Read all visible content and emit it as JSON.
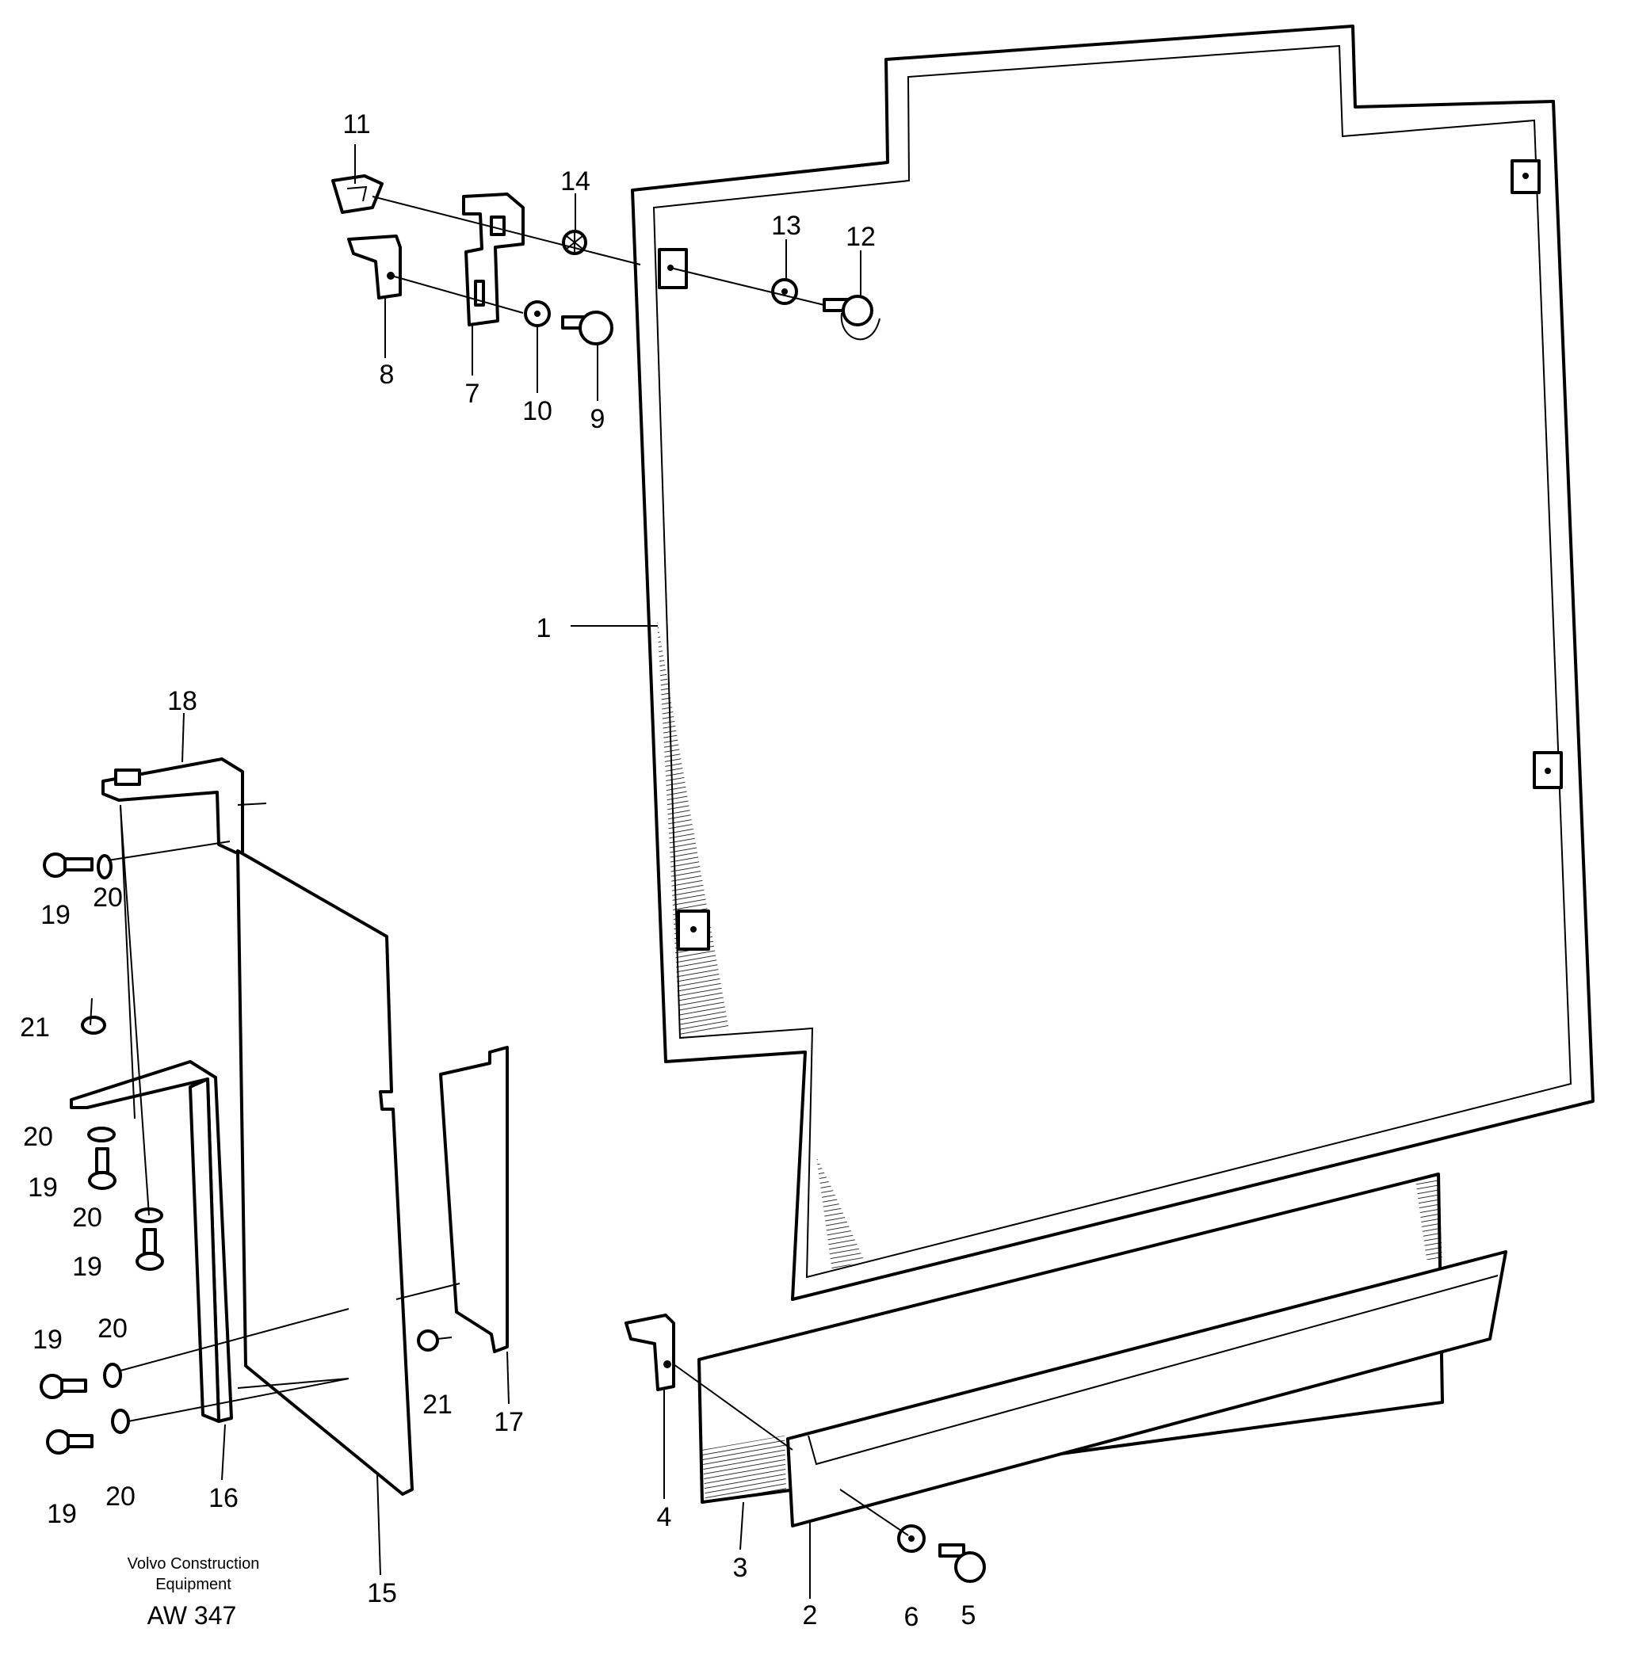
{
  "callouts": [
    {
      "id": "c1",
      "text": "1"
    },
    {
      "id": "c2",
      "text": "2"
    },
    {
      "id": "c3",
      "text": "3"
    },
    {
      "id": "c4",
      "text": "4"
    },
    {
      "id": "c5",
      "text": "5"
    },
    {
      "id": "c6",
      "text": "6"
    },
    {
      "id": "c7",
      "text": "7"
    },
    {
      "id": "c8",
      "text": "8"
    },
    {
      "id": "c9",
      "text": "9"
    },
    {
      "id": "c10",
      "text": "10"
    },
    {
      "id": "c11",
      "text": "11"
    },
    {
      "id": "c12",
      "text": "12"
    },
    {
      "id": "c13",
      "text": "13"
    },
    {
      "id": "c14",
      "text": "14"
    },
    {
      "id": "c15",
      "text": "15"
    },
    {
      "id": "c16",
      "text": "16"
    },
    {
      "id": "c17",
      "text": "17"
    },
    {
      "id": "c18",
      "text": "18"
    },
    {
      "id": "c19",
      "text": "19"
    },
    {
      "id": "c20",
      "text": "20"
    },
    {
      "id": "c21",
      "text": "21"
    }
  ],
  "labels": {
    "n1": "1",
    "n2": "2",
    "n3": "3",
    "n4": "4",
    "n5": "5",
    "n6": "6",
    "n7": "7",
    "n8": "8",
    "n9": "9",
    "n10": "10",
    "n11": "11",
    "n12": "12",
    "n13": "13",
    "n14": "14",
    "n15": "15",
    "n16": "16",
    "n17": "17",
    "n18": "18",
    "n19": "19",
    "n20": "20",
    "n21": "21"
  },
  "credit": {
    "line1": "Volvo Construction",
    "line2": "Equipment",
    "code": "AW 347"
  }
}
